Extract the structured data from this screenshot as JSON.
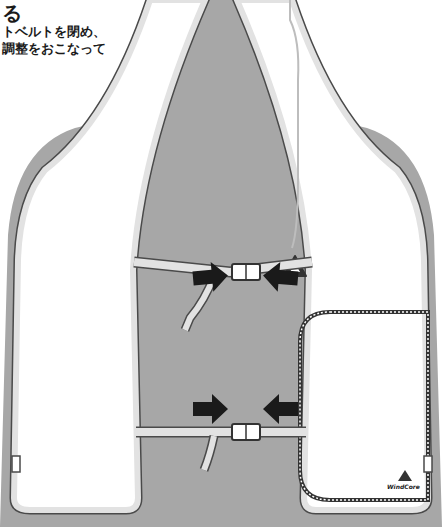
{
  "diagram": {
    "labels": [
      "る",
      "トベルトを閉め、",
      "調整をおこなって",
      "WindCore"
    ]
  }
}
